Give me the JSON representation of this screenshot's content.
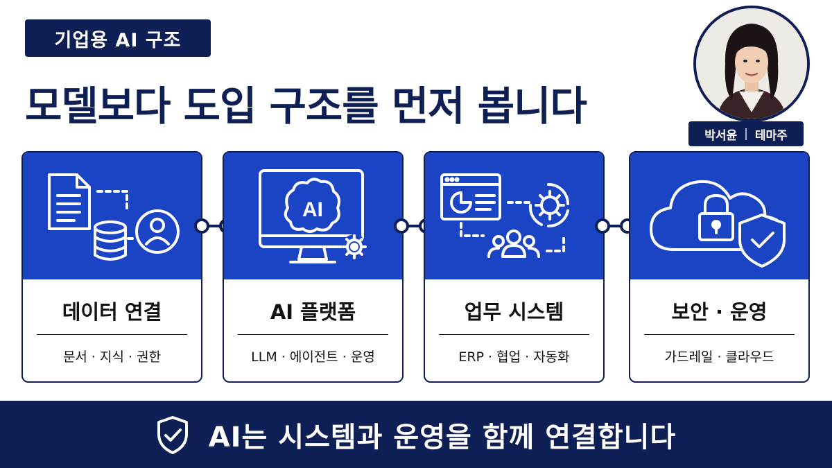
{
  "header": {
    "tag": "기업용 AI 구조",
    "headline": "모델보다 도입 구조를 먼저 봅니다"
  },
  "presenter": {
    "name": "박서윤",
    "separator": "|",
    "role": "테마주"
  },
  "cards": [
    {
      "title": "데이터 연결",
      "subtitle": "문서 · 지식 · 권한",
      "icon": "data-connection-icon"
    },
    {
      "title": "AI 플랫폼",
      "subtitle": "LLM · 에이전트 · 운영",
      "icon": "ai-monitor-icon",
      "icon_text": "AI"
    },
    {
      "title": "업무 시스템",
      "subtitle": "ERP · 협업 · 자동화",
      "icon": "workflow-icon"
    },
    {
      "title": "보안 · 운영",
      "subtitle": "가드레일 · 클라우드",
      "icon": "cloud-lock-shield-icon"
    }
  ],
  "banner": {
    "text": "AI는 시스템과 운영을 함께 연결합니다",
    "icon": "shield-check-icon"
  },
  "colors": {
    "navy": "#0d1f55",
    "blue": "#1a44c4",
    "white": "#ffffff"
  }
}
